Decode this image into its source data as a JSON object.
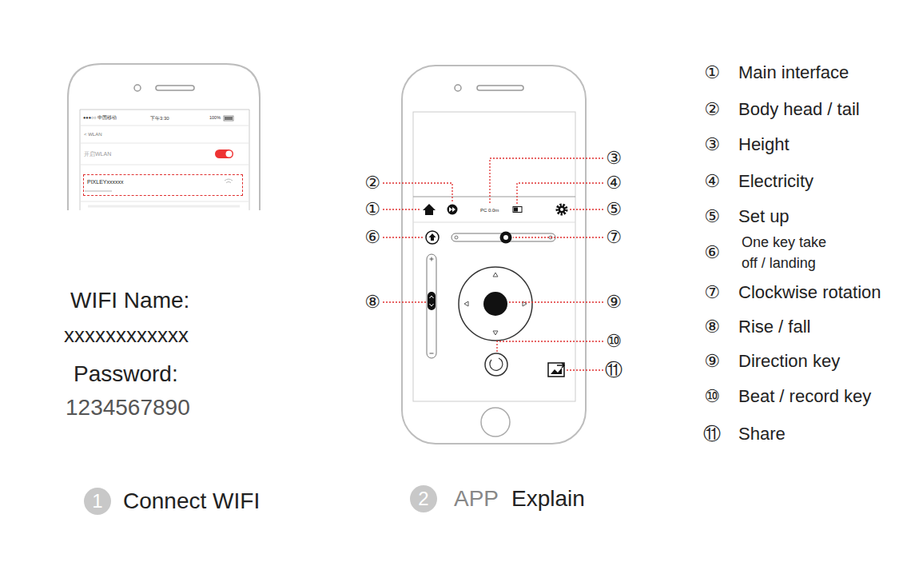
{
  "diagram": {
    "nodes": [
      {
        "text": [
          "PIXLEYxxxxxx"
        ]
      }
    ],
    "labels": [
      "●●●○○ 中国移动",
      "下午3:30",
      "100%",
      "< WLAN",
      "开启WLAN",
      "WIFI Name:",
      "xxxxxxxxxxxx",
      "Password:",
      "1234567890",
      "PC 0.0m",
      "①",
      "②",
      "③",
      "④",
      "⑤",
      "⑥",
      "⑦",
      "⑧",
      "⑨",
      "⑩",
      "⑪",
      "①",
      "Main interface",
      "②",
      "Body head / tail",
      "③",
      "Height",
      "④",
      "Electricity",
      "⑤",
      "Set up",
      "⑥",
      "One key take off / landing",
      "⑦",
      "Clockwise rotation",
      "⑧",
      "Rise / fall",
      "⑨",
      "Direction key",
      "⑩",
      "Beat / record key",
      "⑪",
      "Share",
      "1",
      "Connect WIFI",
      "2",
      "APP",
      "Explain"
    ]
  }
}
